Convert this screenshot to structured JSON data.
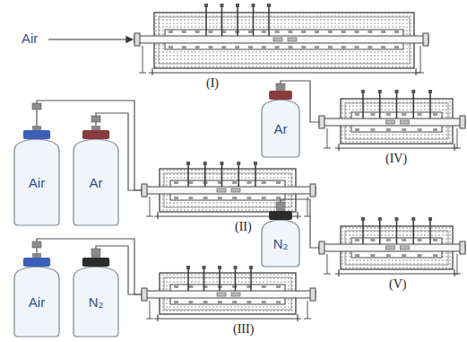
{
  "diagram": {
    "nodes": [
      {
        "text": [
          "(I)"
        ]
      },
      {
        "text": [
          "Air"
        ]
      },
      {
        "text": [
          "Ar"
        ]
      },
      {
        "text": [
          "(II)"
        ]
      },
      {
        "text": [
          "Ar"
        ]
      },
      {
        "text": [
          "(IV)"
        ]
      },
      {
        "text": [
          "Air"
        ]
      },
      {
        "text": [
          "N₂"
        ]
      },
      {
        "text": [
          "(III)"
        ]
      },
      {
        "text": [
          "N₂"
        ]
      },
      {
        "text": [
          "(V)"
        ]
      }
    ],
    "edges": [
      {
        "from": 1,
        "to": 3,
        "arrow": "none"
      },
      {
        "from": 2,
        "to": 3,
        "arrow": "none"
      },
      {
        "from": 4,
        "to": 5,
        "arrow": "none"
      },
      {
        "from": 6,
        "to": 8,
        "arrow": "none"
      },
      {
        "from": 7,
        "to": 8,
        "arrow": "none"
      },
      {
        "from": 9,
        "to": 10,
        "arrow": "none"
      }
    ],
    "labels": [
      "Air"
    ]
  }
}
